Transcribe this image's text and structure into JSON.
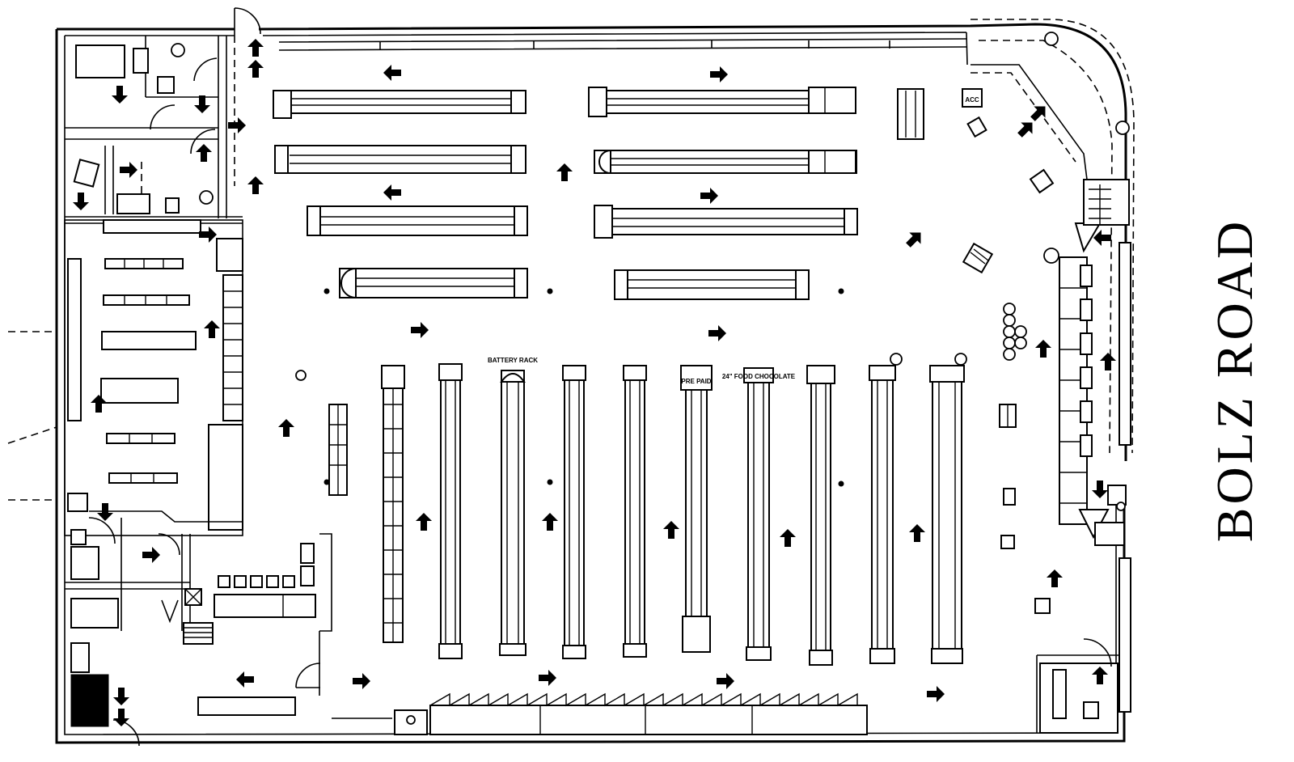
{
  "street": {
    "name": "BOLZ ROAD"
  },
  "fixture_labels": {
    "battery_rack": "BATTERY RACK",
    "prepaid": "PRE PAID",
    "candy_gum": "24\" FOOD CHOCOLATE",
    "acc": "ACC"
  },
  "colors": {
    "ink": "#000000",
    "paper": "#ffffff"
  },
  "icons": [
    "traffic-arrow-icon",
    "door-swing-icon",
    "column-dot-icon",
    "display-ring-icon"
  ]
}
